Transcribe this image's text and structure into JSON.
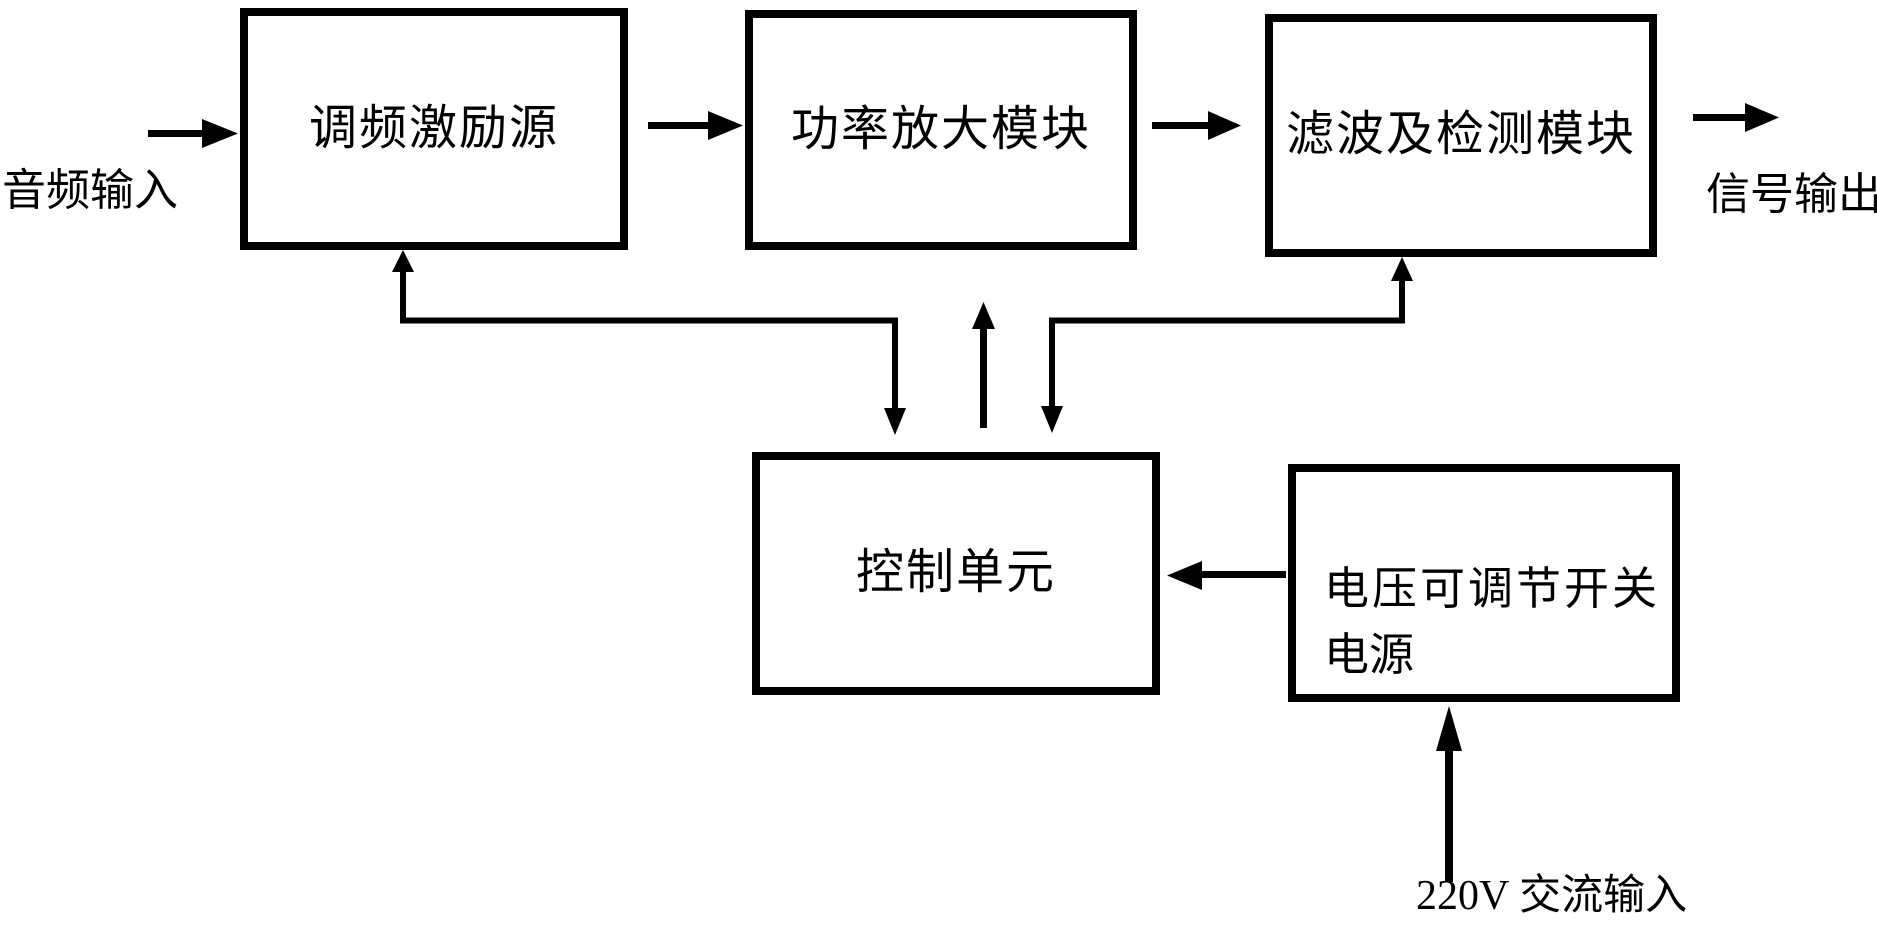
{
  "diagram": {
    "title": "FM transmitter block diagram",
    "background_color": "#ffffff",
    "line_color": "#000000",
    "boxes": {
      "fm_exciter": {
        "label": "调频激励源"
      },
      "power_amp": {
        "label": "功率放大模块"
      },
      "filter_detect": {
        "label": "滤波及检测模块"
      },
      "control_unit": {
        "label": "控制单元"
      },
      "power_supply": {
        "label": "电压可调节开关电源",
        "line1": "电压可调节开关",
        "line2": "电源"
      }
    },
    "labels": {
      "audio_input": "音频输入",
      "signal_output": "信号输出",
      "ac_input": "220V 交流输入"
    },
    "connections": [
      "audio-input -> fm-exciter",
      "fm-exciter -> power-amp",
      "power-amp -> filter-detect",
      "filter-detect -> signal-output",
      "control-unit <-> fm-exciter",
      "control-unit -> power-amp",
      "control-unit <-> filter-detect",
      "power-supply -> control-unit",
      "ac-input -> power-supply"
    ]
  }
}
